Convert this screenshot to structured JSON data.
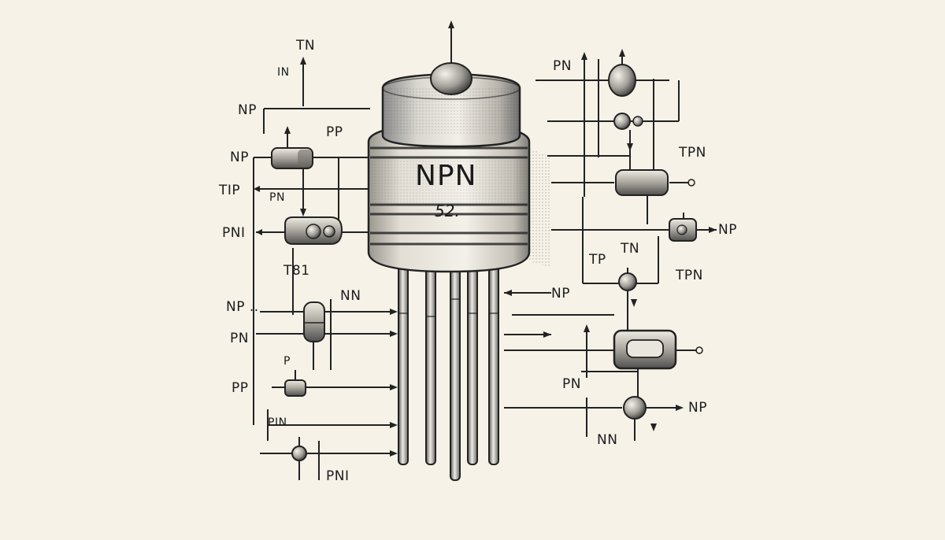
{
  "component": {
    "name": "NPN",
    "marking": "52."
  },
  "labels": {
    "left": {
      "tn": "TN",
      "in": "IN",
      "np_top": "NP",
      "pp_top": "PP",
      "np_mid": "NP",
      "tip": "TIP",
      "pn_mid": "PN",
      "pni_mid": "PNI",
      "t81": "T81",
      "nn": "NN",
      "np_dots": "NP ..",
      "pn_low": "PN",
      "p_low": "P",
      "pp_low": "PP",
      "pin": "PIN",
      "pni_low": "PNI"
    },
    "right": {
      "pn_top": "PN",
      "tpn_top": "TPN",
      "np_side": "NP",
      "tp": "TP",
      "tn": "TN",
      "tpn_low": "TPN",
      "np_arrow": "NP",
      "pn_low": "PN",
      "np_bottom": "NP",
      "nn": "NN"
    }
  }
}
